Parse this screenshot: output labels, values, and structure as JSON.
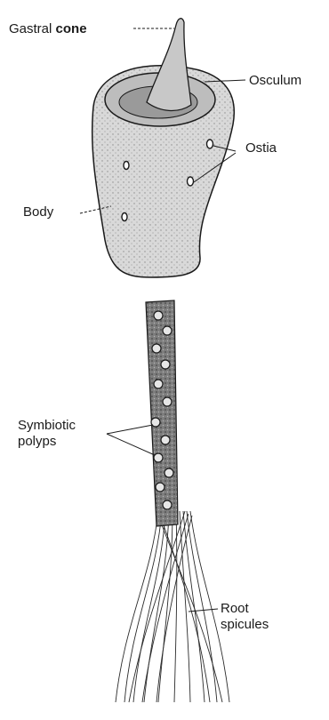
{
  "labels": {
    "gastral_cone_prefix": "Gastral",
    "gastral_cone_suffix": "cone",
    "osculum": "Osculum",
    "ostia": "Ostia",
    "body": "Body",
    "symbiotic_line1": "Symbiotic",
    "symbiotic_line2": "polyps",
    "root_line1": "Root",
    "root_line2": "spicules"
  },
  "colors": {
    "ink": "#1a1a1a",
    "body_fill": "#d6d6d6",
    "stalk_fill": "#8a8a8a",
    "cone_fill": "#bdbdbd"
  }
}
